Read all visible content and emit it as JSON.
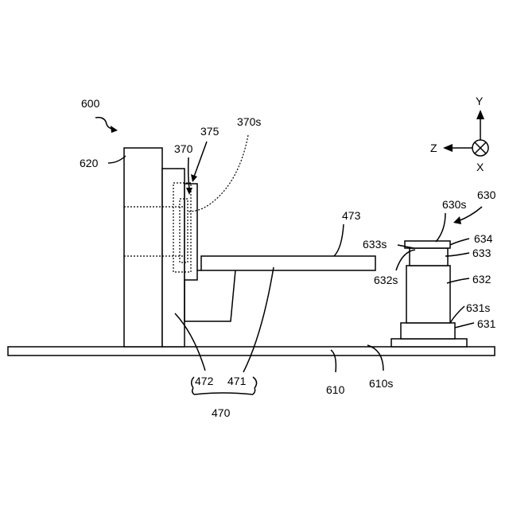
{
  "labels": {
    "l600": "600",
    "l620": "620",
    "l370": "370",
    "l375": "375",
    "l370s": "370s",
    "l473": "473",
    "l630": "630",
    "l630s": "630s",
    "l633s": "633s",
    "l634": "634",
    "l633": "633",
    "l632s": "632s",
    "l632": "632",
    "l631s": "631s",
    "l631": "631",
    "l472": "472",
    "l471": "471",
    "l470": "470",
    "l610": "610",
    "l610s": "610s"
  },
  "axes": {
    "y": "Y",
    "z": "Z",
    "x": "X"
  }
}
